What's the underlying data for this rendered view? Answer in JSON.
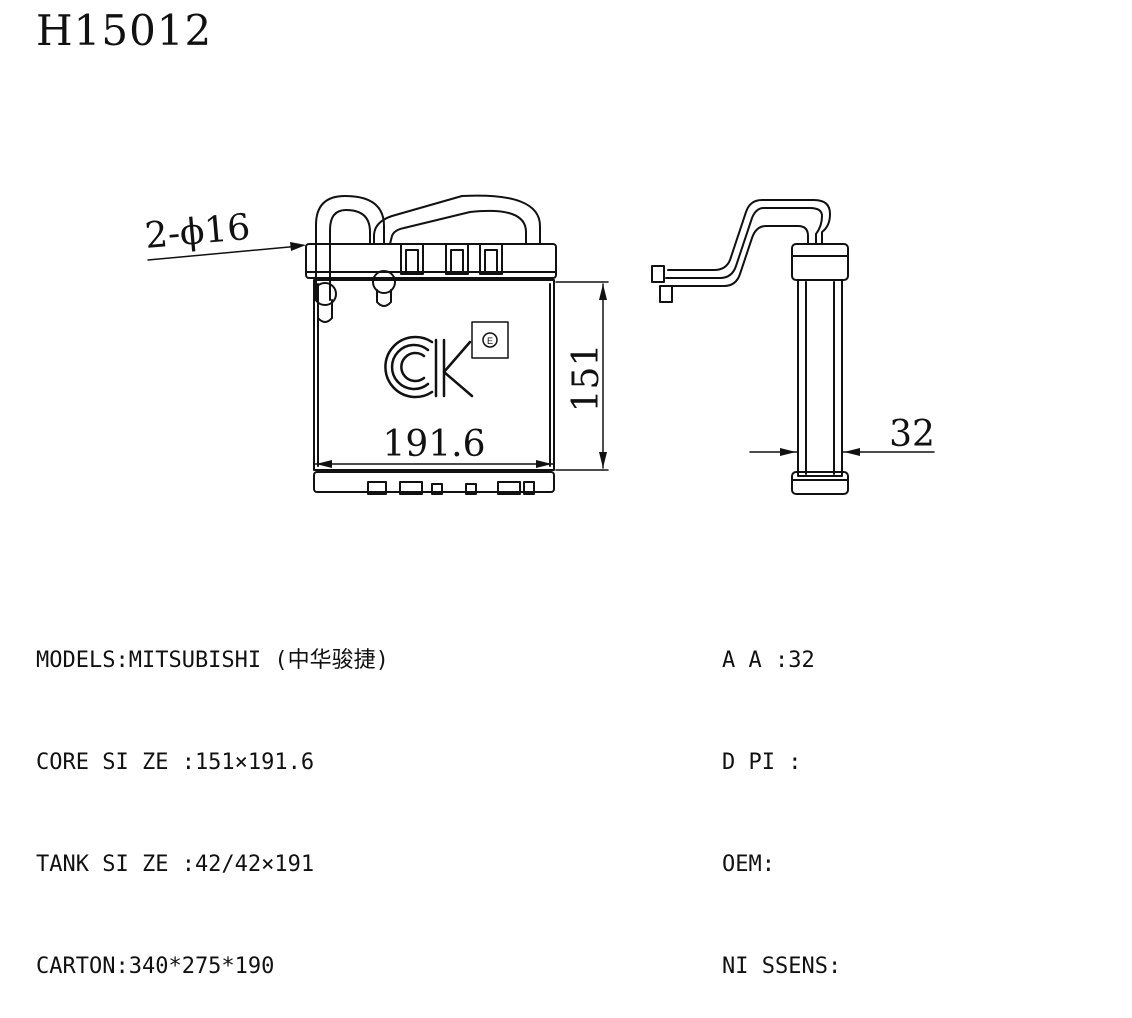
{
  "title": "H15012",
  "dimensions": {
    "pipe_callout": "2-ϕ16",
    "core_width": "191.6",
    "core_height": "151",
    "tank_depth": "32"
  },
  "logo": {
    "registered_mark": "E"
  },
  "specs_left": [
    "MODELS:MITSUBISHI (中华骏捷)",
    "CORE SI ZE :151×191.6",
    "TANK SI ZE :42/42×191",
    "CARTON:340*275*190"
  ],
  "specs_right": [
    "A A :32",
    "D PI :",
    "OEM:",
    "NI SSENS:"
  ]
}
